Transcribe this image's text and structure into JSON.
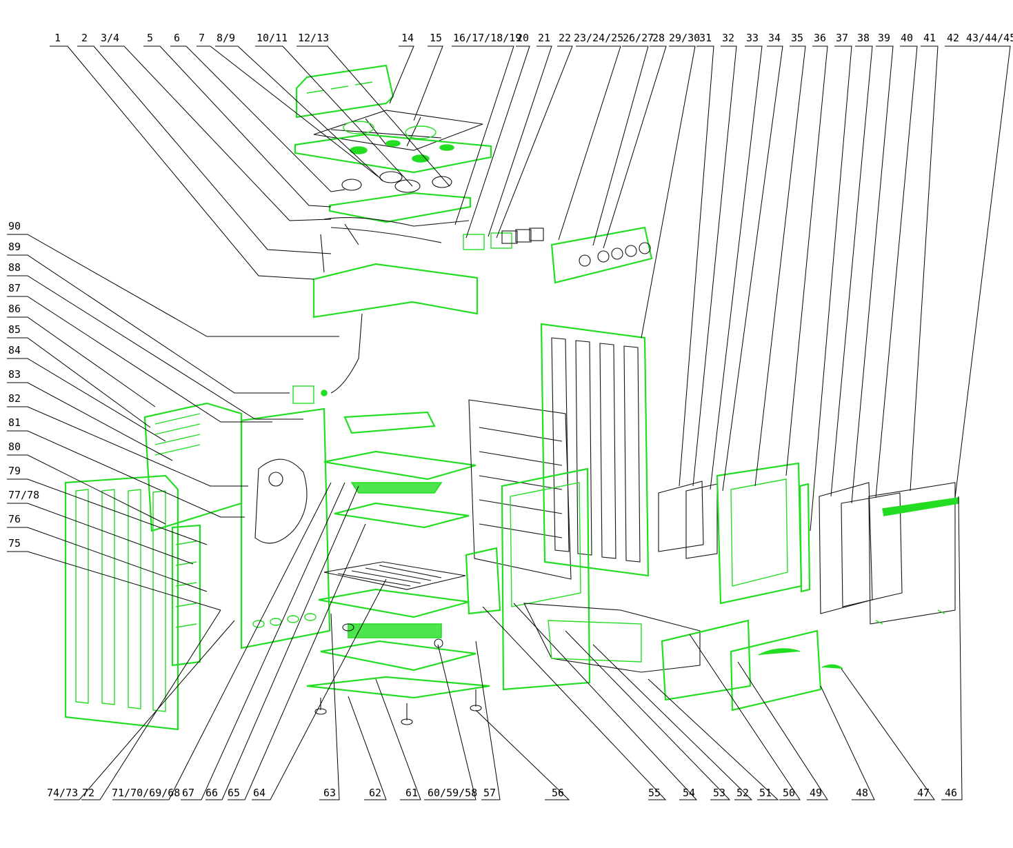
{
  "diagram": {
    "accent_color": "#22dd22",
    "line_color": "#000000",
    "top_labels": [
      "1",
      "2",
      "3/4",
      "5",
      "6",
      "7",
      "8/9",
      "10/11",
      "12/13",
      "14",
      "15",
      "16/17/18/19",
      "20",
      "21",
      "22",
      "23/24/25",
      "26/27",
      "28",
      "29/30",
      "31",
      "32",
      "33",
      "34",
      "35",
      "36",
      "37",
      "38",
      "39",
      "40",
      "41",
      "42",
      "43/44/45"
    ],
    "left_labels": [
      "90",
      "89",
      "88",
      "87",
      "86",
      "85",
      "84",
      "83",
      "82",
      "81",
      "80",
      "79",
      "77/78",
      "76",
      "75"
    ],
    "bottom_labels": [
      "74/73",
      "72",
      "71/70/69/68",
      "67",
      "66",
      "65",
      "64",
      "63",
      "62",
      "61",
      "60/59/58",
      "57",
      "56",
      "55",
      "54",
      "53",
      "52",
      "51",
      "50",
      "49",
      "48",
      "47",
      "46"
    ]
  }
}
